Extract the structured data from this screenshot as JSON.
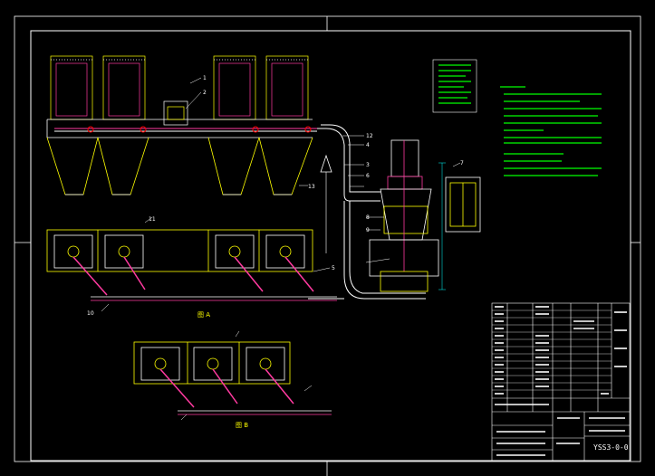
{
  "drawing": {
    "view_label_a": "图 A",
    "view_label_b": "图 B",
    "drawing_number": "YSS3-0-0",
    "part_numbers": [
      "1",
      "2",
      "3",
      "4",
      "5",
      "6",
      "7",
      "8",
      "9",
      "10",
      "11",
      "12",
      "13"
    ]
  },
  "colors": {
    "background": "#000000",
    "frame": "#ffffff",
    "outline": "#ffff00",
    "pipe": "#ff3aa0",
    "notes": "#00ff00",
    "accent": "#ff0000",
    "dim": "#00ffff"
  }
}
